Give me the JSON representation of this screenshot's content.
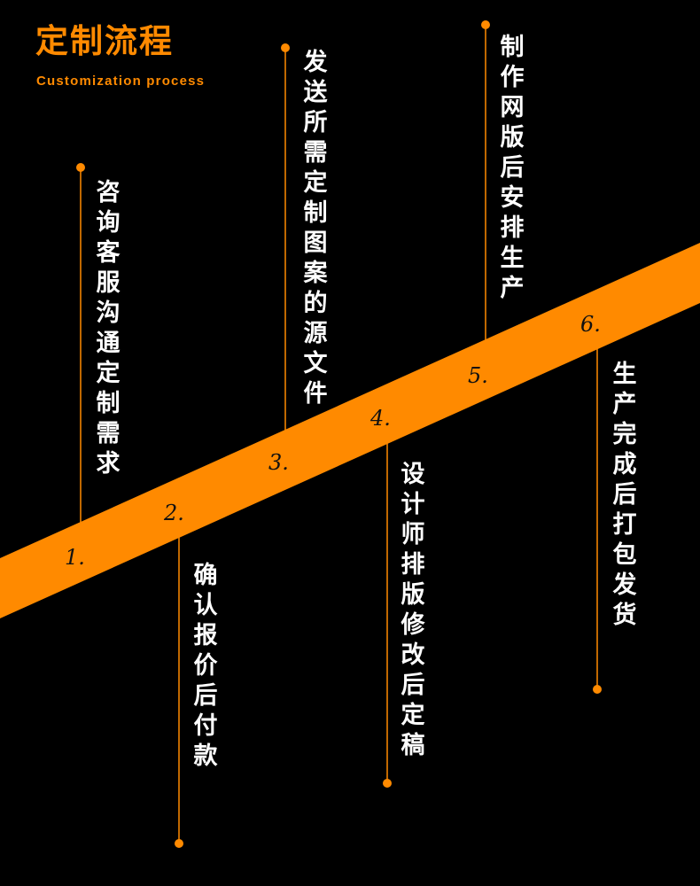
{
  "header": {
    "title": "定制流程",
    "subtitle": "Customization process"
  },
  "colors": {
    "background": "#000000",
    "accent": "#ff8a00",
    "text": "#ffffff",
    "number_text": "#111111"
  },
  "steps": [
    {
      "number": "1.",
      "text": "咨询客服沟通定制需求"
    },
    {
      "number": "2.",
      "text": "确认报价后付款"
    },
    {
      "number": "3.",
      "text": "发送所需定制图案的源文件"
    },
    {
      "number": "4.",
      "text": "设计师排版修改后定稿"
    },
    {
      "number": "5.",
      "text": "制作网版后安排生产"
    },
    {
      "number": "6.",
      "text": "生产完成后打包发货"
    }
  ]
}
